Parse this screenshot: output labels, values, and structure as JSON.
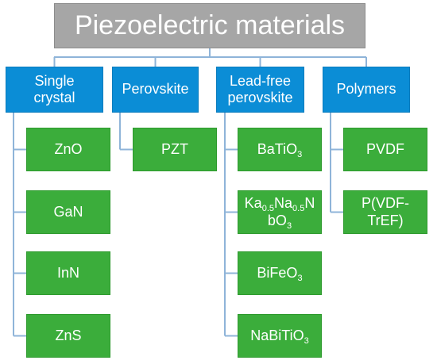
{
  "title": "Piezoelectric materials",
  "categories": [
    {
      "label_lines": [
        "Single",
        "crystal"
      ],
      "materials": [
        [
          {
            "t": "ZnO"
          }
        ],
        [
          {
            "t": "GaN"
          }
        ],
        [
          {
            "t": "InN"
          }
        ],
        [
          {
            "t": "ZnS"
          }
        ]
      ]
    },
    {
      "label_lines": [
        "Perovskite"
      ],
      "materials": [
        [
          {
            "t": "PZT"
          }
        ]
      ]
    },
    {
      "label_lines": [
        "Lead-free",
        "perovskite"
      ],
      "materials": [
        [
          {
            "t": "BaTiO"
          },
          {
            "sub": "3"
          }
        ],
        [
          {
            "t": "Ka"
          },
          {
            "sub": "0.5"
          },
          {
            "t": "Na"
          },
          {
            "sub": "0.5"
          },
          {
            "t": "N"
          },
          {
            "br": true
          },
          {
            "t": "bO"
          },
          {
            "sub": "3"
          }
        ],
        [
          {
            "t": "BiFeO"
          },
          {
            "sub": "3"
          }
        ],
        [
          {
            "t": "NaBiTiO"
          },
          {
            "sub": "3"
          }
        ]
      ]
    },
    {
      "label_lines": [
        "Polymers"
      ],
      "materials": [
        [
          {
            "t": "PVDF"
          }
        ],
        [
          {
            "t": "P(VDF-"
          },
          {
            "br": true
          },
          {
            "t": "TrEF)"
          }
        ]
      ]
    }
  ],
  "colors": {
    "title_bg": "#a6a6a6",
    "category_bg": "#0b8dd6",
    "material_bg": "#3bad3b",
    "connector": "#8fb4d9",
    "text": "#ffffff"
  }
}
